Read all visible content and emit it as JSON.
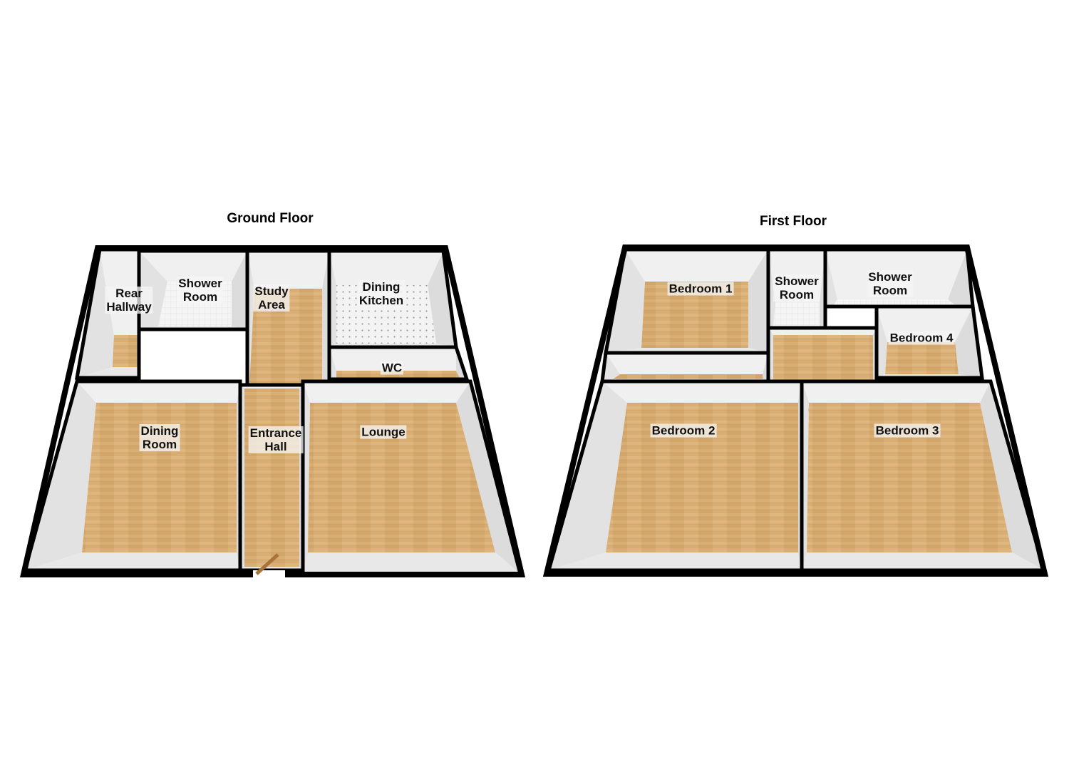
{
  "floors": [
    {
      "title": "Ground Floor",
      "rooms": [
        {
          "label": "Rear\nHallway",
          "floor": "wood"
        },
        {
          "label": "Shower\nRoom",
          "floor": "tile"
        },
        {
          "label": "Study\nArea",
          "floor": "wood"
        },
        {
          "label": "Dining\nKitchen",
          "floor": "dots"
        },
        {
          "label": "WC",
          "floor": "wood"
        },
        {
          "label": "Dining\nRoom",
          "floor": "wood"
        },
        {
          "label": "Entrance\nHall",
          "floor": "wood"
        },
        {
          "label": "Lounge",
          "floor": "wood"
        }
      ]
    },
    {
      "title": "First Floor",
      "rooms": [
        {
          "label": "Bedroom 1",
          "floor": "wood"
        },
        {
          "label": "Shower\nRoom",
          "floor": "tile"
        },
        {
          "label": "Shower\nRoom",
          "floor": "tile"
        },
        {
          "label": "Bedroom 4",
          "floor": "wood"
        },
        {
          "label": "Bedroom 2",
          "floor": "wood"
        },
        {
          "label": "Bedroom 3",
          "floor": "wood"
        }
      ]
    }
  ],
  "colors": {
    "wall": "#000000",
    "wood": "#d8ae74",
    "tile": "#f4f4f4",
    "innerWall": "#e6e6e6"
  }
}
